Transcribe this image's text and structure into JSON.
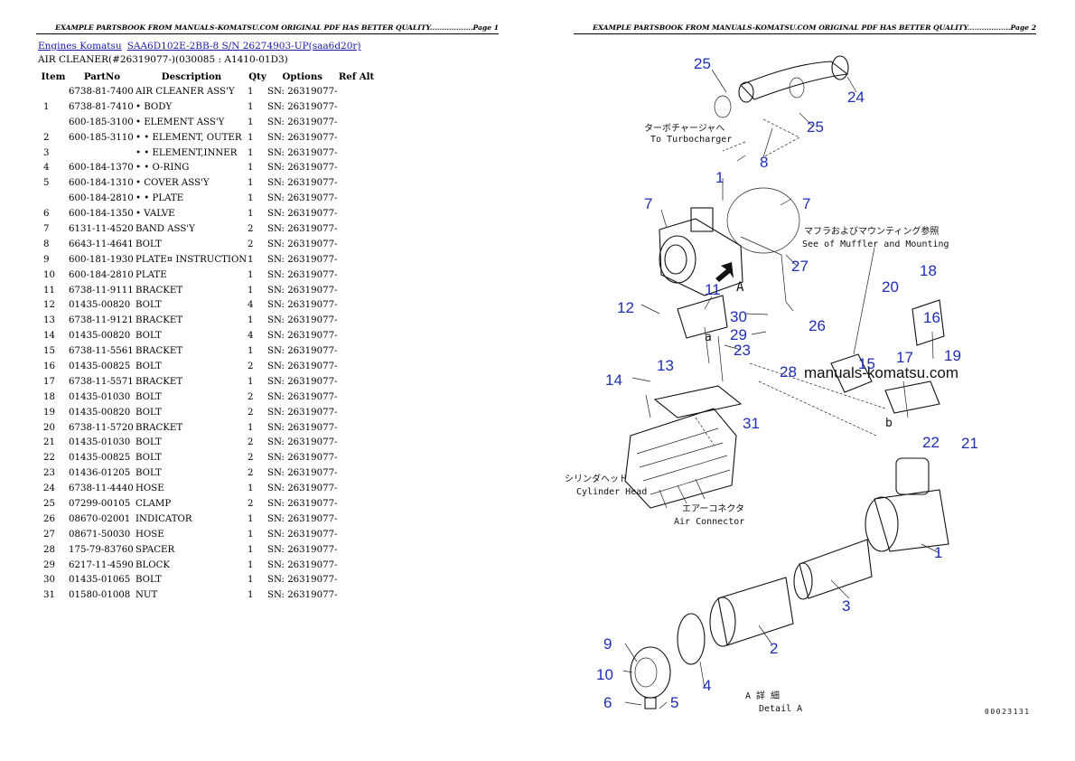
{
  "header_left": "EXAMPLE PARTSBOOK FROM MANUALS-KOMATSU.COM ORIGINAL PDF HAS BETTER QUALITY..................Page 1",
  "header_right": "EXAMPLE PARTSBOOK FROM MANUALS-KOMATSU.COM ORIGINAL PDF HAS BETTER QUALITY..................Page 2",
  "breadcrumb": {
    "engines": "Engines Komatsu",
    "model": "SAA6D102E-2BB-8 S/N 26274903-UP(saa6d20r)"
  },
  "section_title": "AIR CLEANER(#26319077-)(030085 : A1410-01D3)",
  "table": {
    "headers": [
      "Item",
      "PartNo",
      "Description",
      "Qty",
      "Options",
      "Ref Alt"
    ],
    "rows": [
      [
        "",
        "6738-81-7400",
        "AIR CLEANER ASS'Y",
        "1",
        "SN: 26319077-",
        ""
      ],
      [
        "1",
        "6738-81-7410",
        "• BODY",
        "1",
        "SN: 26319077-",
        ""
      ],
      [
        "",
        "600-185-3100",
        "• ELEMENT ASS'Y",
        "1",
        "SN: 26319077-",
        ""
      ],
      [
        "2",
        "600-185-3110",
        "• • ELEMENT, OUTER",
        "1",
        "SN: 26319077-",
        ""
      ],
      [
        "3",
        "",
        "• • ELEMENT,INNER",
        "1",
        "SN: 26319077-",
        ""
      ],
      [
        "4",
        "600-184-1370",
        "• • O-RING",
        "1",
        "SN: 26319077-",
        ""
      ],
      [
        "5",
        "600-184-1310",
        "• COVER ASS'Y",
        "1",
        "SN: 26319077-",
        ""
      ],
      [
        "",
        "600-184-2810",
        "• • PLATE",
        "1",
        "SN: 26319077-",
        ""
      ],
      [
        "6",
        "600-184-1350",
        "• VALVE",
        "1",
        "SN: 26319077-",
        ""
      ],
      [
        "7",
        "6131-11-4520",
        "BAND ASS'Y",
        "2",
        "SN: 26319077-",
        ""
      ],
      [
        "8",
        "6643-11-4641",
        "BOLT",
        "2",
        "SN: 26319077-",
        ""
      ],
      [
        "9",
        "600-181-1930",
        "PLATE¤ INSTRUCTION",
        "1",
        "SN: 26319077-",
        ""
      ],
      [
        "10",
        "600-184-2810",
        "PLATE",
        "1",
        "SN: 26319077-",
        ""
      ],
      [
        "11",
        "6738-11-9111",
        "BRACKET",
        "1",
        "SN: 26319077-",
        ""
      ],
      [
        "12",
        "01435-00820",
        "BOLT",
        "4",
        "SN: 26319077-",
        ""
      ],
      [
        "13",
        "6738-11-9121",
        "BRACKET",
        "1",
        "SN: 26319077-",
        ""
      ],
      [
        "14",
        "01435-00820",
        "BOLT",
        "4",
        "SN: 26319077-",
        ""
      ],
      [
        "15",
        "6738-11-5561",
        "BRACKET",
        "1",
        "SN: 26319077-",
        ""
      ],
      [
        "16",
        "01435-00825",
        "BOLT",
        "2",
        "SN: 26319077-",
        ""
      ],
      [
        "17",
        "6738-11-5571",
        "BRACKET",
        "1",
        "SN: 26319077-",
        ""
      ],
      [
        "18",
        "01435-01030",
        "BOLT",
        "2",
        "SN: 26319077-",
        ""
      ],
      [
        "19",
        "01435-00820",
        "BOLT",
        "2",
        "SN: 26319077-",
        ""
      ],
      [
        "20",
        "6738-11-5720",
        "BRACKET",
        "1",
        "SN: 26319077-",
        ""
      ],
      [
        "21",
        "01435-01030",
        "BOLT",
        "2",
        "SN: 26319077-",
        ""
      ],
      [
        "22",
        "01435-00825",
        "BOLT",
        "2",
        "SN: 26319077-",
        ""
      ],
      [
        "23",
        "01436-01205",
        "BOLT",
        "2",
        "SN: 26319077-",
        ""
      ],
      [
        "24",
        "6738-11-4440",
        "HOSE",
        "1",
        "SN: 26319077-",
        ""
      ],
      [
        "25",
        "07299-00105",
        "CLAMP",
        "2",
        "SN: 26319077-",
        ""
      ],
      [
        "26",
        "08670-02001",
        "INDICATOR",
        "1",
        "SN: 26319077-",
        ""
      ],
      [
        "27",
        "08671-50030",
        "HOSE",
        "1",
        "SN: 26319077-",
        ""
      ],
      [
        "28",
        "175-79-83760",
        "SPACER",
        "1",
        "SN: 26319077-",
        ""
      ],
      [
        "29",
        "6217-11-4590",
        "BLOCK",
        "1",
        "SN: 26319077-",
        ""
      ],
      [
        "30",
        "01435-01065",
        "BOLT",
        "1",
        "SN: 26319077-",
        ""
      ],
      [
        "31",
        "01580-01008",
        "NUT",
        "1",
        "SN: 26319077-",
        ""
      ]
    ]
  },
  "diagram": {
    "watermark": "manuals-komatsu.com",
    "text_turbo_jp": "ターボチャージャへ",
    "text_turbo_en": "To Turbocharger",
    "text_muffler_jp": "マフラおよびマウンティング参照",
    "text_muffler_en": "See of Muffler and Mounting",
    "text_cyl_jp": "シリンダヘッド",
    "text_cyl_en": "Cylinder Head",
    "text_air_jp": "エアーコネクタ",
    "text_air_en": "Air Connector",
    "text_detail_jp": "A 詳 細",
    "text_detail_en": "Detail A",
    "text_view_a": "A",
    "text_a_lower": "a",
    "text_b_lower": "b",
    "drawing_no": "00023131",
    "callouts": [
      "25",
      "24",
      "25",
      "8",
      "1",
      "7",
      "7",
      "27",
      "18",
      "20",
      "16",
      "11",
      "12",
      "30",
      "26",
      "29",
      "23",
      "17",
      "19",
      "15",
      "14",
      "13",
      "28",
      "31",
      "22",
      "21",
      "1",
      "3",
      "2",
      "9",
      "10",
      "4",
      "6",
      "5"
    ]
  }
}
